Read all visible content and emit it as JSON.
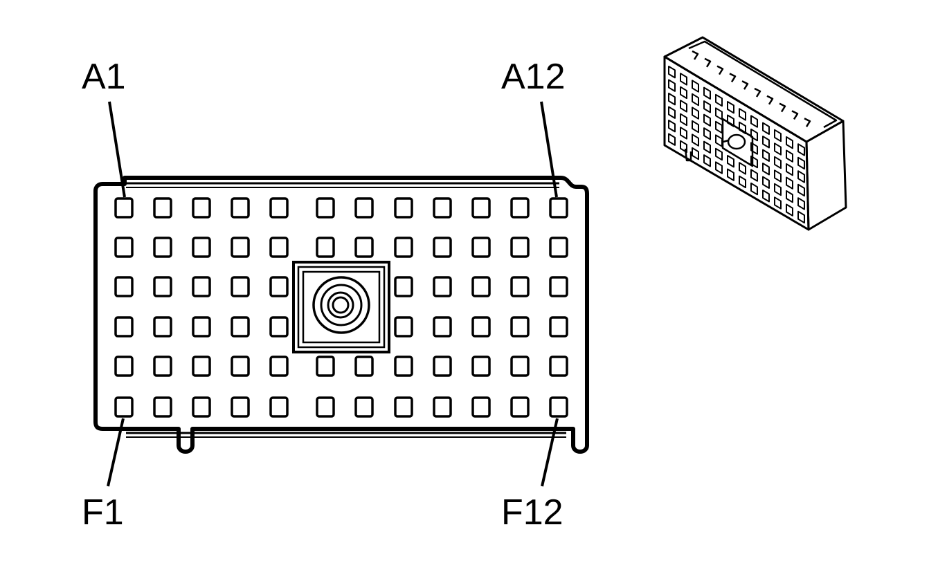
{
  "labels": {
    "top_left": "A1",
    "top_right": "A12",
    "bottom_left": "F1",
    "bottom_right": "F12"
  },
  "colors": {
    "stroke": "#000000",
    "background": "#ffffff"
  }
}
